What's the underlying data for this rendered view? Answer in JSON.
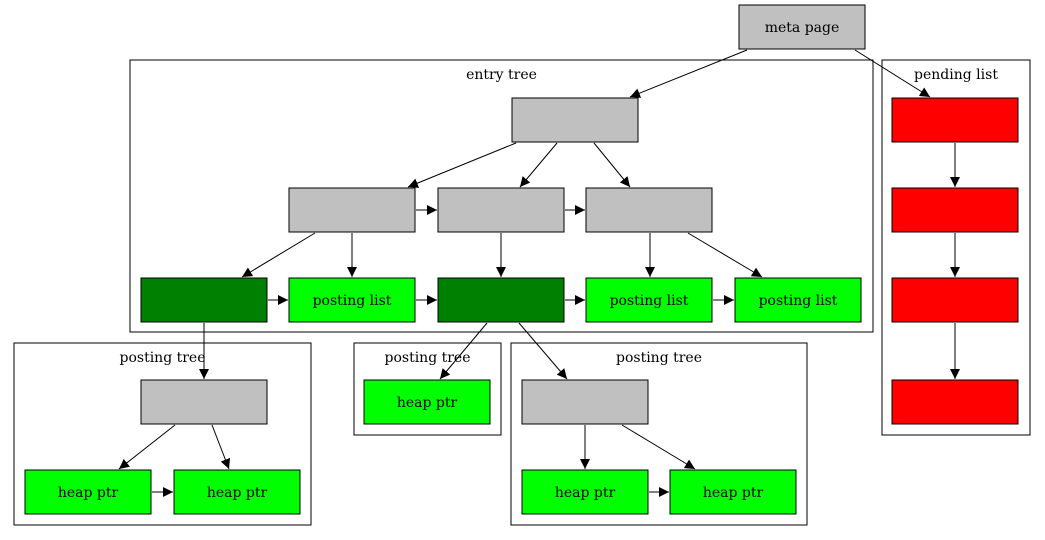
{
  "diagram": {
    "colors": {
      "gray": "#c0c0c0",
      "green": "#00ff00",
      "dark_green": "#008000",
      "red": "#ff0000",
      "border": "#000000"
    },
    "clusters": [
      {
        "id": "entry-tree",
        "label": "entry tree"
      },
      {
        "id": "pending-list",
        "label": "pending list"
      },
      {
        "id": "posting-tree-1",
        "label": "posting tree"
      },
      {
        "id": "posting-tree-2",
        "label": "posting tree"
      },
      {
        "id": "posting-tree-3",
        "label": "posting tree"
      }
    ],
    "nodes": [
      {
        "id": "meta",
        "label": "meta page",
        "fill": "gray"
      },
      {
        "id": "root",
        "label": "",
        "fill": "gray"
      },
      {
        "id": "inner1",
        "label": "",
        "fill": "gray"
      },
      {
        "id": "inner2",
        "label": "",
        "fill": "gray"
      },
      {
        "id": "inner3",
        "label": "",
        "fill": "gray"
      },
      {
        "id": "leaf-tree-1",
        "label": "",
        "fill": "dark_green"
      },
      {
        "id": "leaf-list-1",
        "label": "posting list",
        "fill": "green"
      },
      {
        "id": "leaf-tree-2",
        "label": "",
        "fill": "dark_green"
      },
      {
        "id": "leaf-list-2",
        "label": "posting list",
        "fill": "green"
      },
      {
        "id": "leaf-list-3",
        "label": "posting list",
        "fill": "green"
      },
      {
        "id": "pend1",
        "label": "",
        "fill": "red"
      },
      {
        "id": "pend2",
        "label": "",
        "fill": "red"
      },
      {
        "id": "pend3",
        "label": "",
        "fill": "red"
      },
      {
        "id": "pend4",
        "label": "",
        "fill": "red"
      },
      {
        "id": "pt1-root",
        "label": "",
        "fill": "gray"
      },
      {
        "id": "pt1-heap1",
        "label": "heap ptr",
        "fill": "green"
      },
      {
        "id": "pt1-heap2",
        "label": "heap ptr",
        "fill": "green"
      },
      {
        "id": "pt2-heap",
        "label": "heap ptr",
        "fill": "green"
      },
      {
        "id": "pt3-root",
        "label": "",
        "fill": "gray"
      },
      {
        "id": "pt3-heap1",
        "label": "heap ptr",
        "fill": "green"
      },
      {
        "id": "pt3-heap2",
        "label": "heap ptr",
        "fill": "green"
      }
    ],
    "edges": [
      {
        "from": "meta",
        "to": "root"
      },
      {
        "from": "meta",
        "to": "pend1"
      },
      {
        "from": "root",
        "to": "inner1"
      },
      {
        "from": "root",
        "to": "inner2"
      },
      {
        "from": "root",
        "to": "inner3"
      },
      {
        "from": "inner1",
        "to": "inner2"
      },
      {
        "from": "inner2",
        "to": "inner3"
      },
      {
        "from": "inner1",
        "to": "leaf-tree-1"
      },
      {
        "from": "inner1",
        "to": "leaf-list-1"
      },
      {
        "from": "inner2",
        "to": "leaf-tree-2"
      },
      {
        "from": "inner3",
        "to": "leaf-list-2"
      },
      {
        "from": "inner3",
        "to": "leaf-list-3"
      },
      {
        "from": "leaf-tree-1",
        "to": "leaf-list-1"
      },
      {
        "from": "leaf-list-1",
        "to": "leaf-tree-2"
      },
      {
        "from": "leaf-tree-2",
        "to": "leaf-list-2"
      },
      {
        "from": "leaf-list-2",
        "to": "leaf-list-3"
      },
      {
        "from": "pend1",
        "to": "pend2"
      },
      {
        "from": "pend2",
        "to": "pend3"
      },
      {
        "from": "pend3",
        "to": "pend4"
      },
      {
        "from": "leaf-tree-1",
        "to": "pt1-root"
      },
      {
        "from": "pt1-root",
        "to": "pt1-heap1"
      },
      {
        "from": "pt1-root",
        "to": "pt1-heap2"
      },
      {
        "from": "pt1-heap1",
        "to": "pt1-heap2"
      },
      {
        "from": "leaf-tree-2",
        "to": "pt2-heap"
      },
      {
        "from": "leaf-tree-2",
        "to": "pt3-root"
      },
      {
        "from": "pt3-root",
        "to": "pt3-heap1"
      },
      {
        "from": "pt3-root",
        "to": "pt3-heap2"
      },
      {
        "from": "pt3-heap1",
        "to": "pt3-heap2"
      }
    ]
  }
}
